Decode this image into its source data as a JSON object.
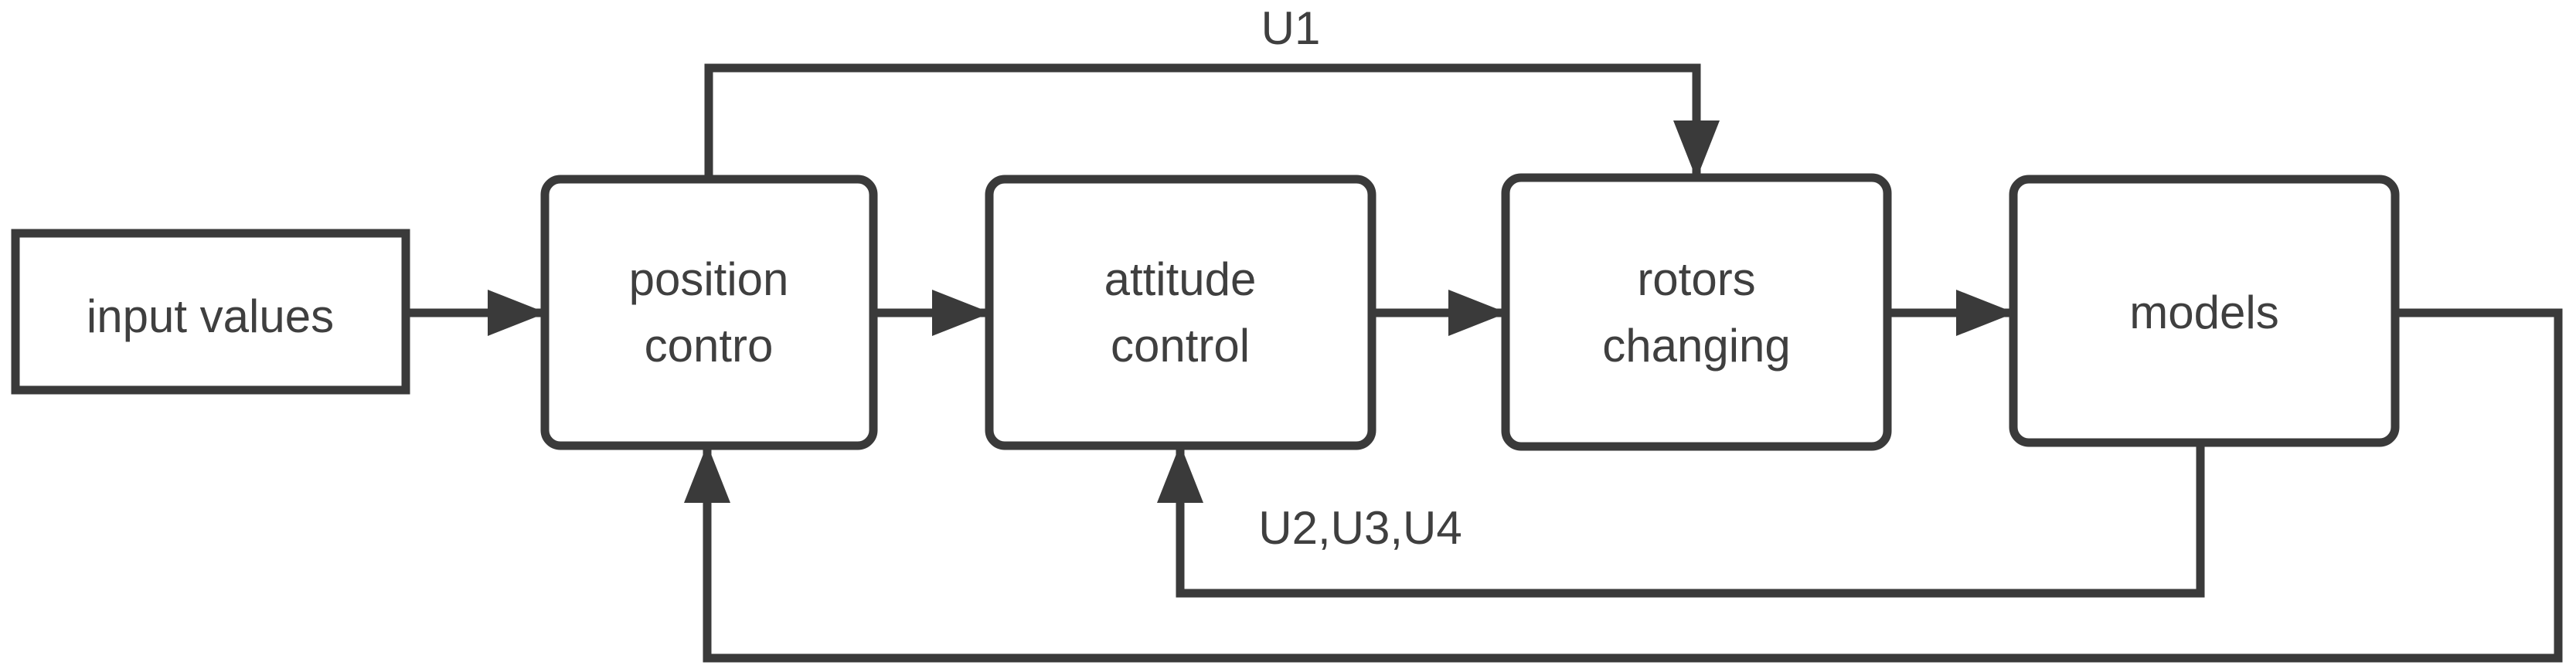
{
  "diagram": {
    "kind": "control-loop-block-diagram",
    "background_color": "#ffffff",
    "line_color": "#3a3a3a",
    "text_color": "#3f3f3f",
    "boxes": [
      {
        "id": "input-values",
        "lines": [
          "input values"
        ]
      },
      {
        "id": "position-contro",
        "lines": [
          "position",
          "contro"
        ]
      },
      {
        "id": "attitude-control",
        "lines": [
          "attitude",
          "control"
        ]
      },
      {
        "id": "rotors-changing",
        "lines": [
          "rotors",
          "changing"
        ]
      },
      {
        "id": "models",
        "lines": [
          "models"
        ]
      }
    ],
    "edge_labels": [
      {
        "id": "u1",
        "text": "U1"
      },
      {
        "id": "u2u3u4",
        "text": "U2,U3,U4"
      }
    ],
    "edges": [
      {
        "from": "input-values",
        "to": "position-contro",
        "label": ""
      },
      {
        "from": "position-contro",
        "to": "attitude-control",
        "label": ""
      },
      {
        "from": "attitude-control",
        "to": "rotors-changing",
        "label": ""
      },
      {
        "from": "rotors-changing",
        "to": "models",
        "label": ""
      },
      {
        "from": "position-contro",
        "to": "rotors-changing",
        "label": "U1",
        "route": "over-top"
      },
      {
        "from": "models",
        "to": "attitude-control",
        "label": "U2,U3,U4",
        "route": "under-bottom-inner"
      },
      {
        "from": "models",
        "to": "position-contro",
        "label": "",
        "route": "under-bottom-outer"
      }
    ]
  }
}
